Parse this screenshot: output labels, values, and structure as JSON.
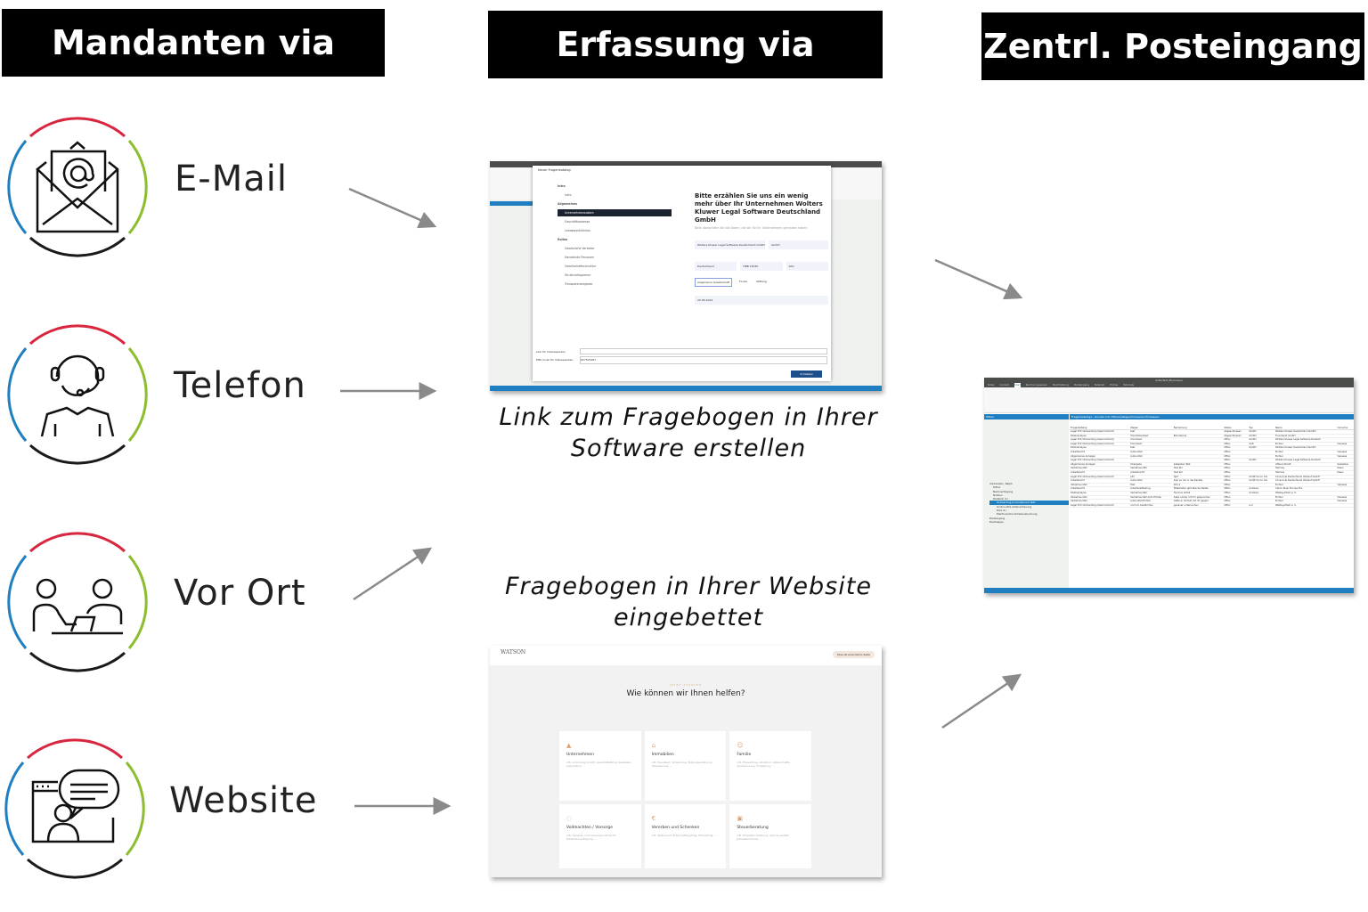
{
  "headers": [
    "Mandanten via",
    "Erfassung via",
    "Zentrl. Posteingang"
  ],
  "channels": [
    {
      "label": "E-Mail",
      "icon": "email-icon"
    },
    {
      "label": "Telefon",
      "icon": "headset-agent-icon"
    },
    {
      "label": "Vor Ort",
      "icon": "in-person-meeting-icon"
    },
    {
      "label": "Website",
      "icon": "website-chat-icon"
    }
  ],
  "captions": {
    "software_1": "Link zum Fragebogen in Ihrer",
    "software_2": "Software erstellen",
    "website_1": "Fragebogen in Ihrer Website",
    "website_2": "eingebettet"
  },
  "colors": {
    "red": "#d7263d",
    "green": "#8cbd2e",
    "blue": "#1f7fc1",
    "black": "#1a1a1a",
    "arrow": "#8a8a8a"
  },
  "software_shot": {
    "dialog_title": "Neuer Fragenkatalog",
    "nav": [
      "Intro",
      "Intro",
      "Allgemeines",
      "Unternehmensdaten",
      "Geschäftsadresse",
      "Landesrechtliches",
      "Rollen",
      "Gesetzliche Vertreter",
      "Handelnde Personen",
      "Gesellschafterstruktur",
      "Strukturdiagramm",
      "Transparenzregister"
    ],
    "heading": "Bitte erzählen Sie uns ein wenig mehr über Ihr Unternehmen Wolters Kluwer Legal Software Deutschland GmbH",
    "subheading": "Bitte überprüfen Sie die Daten, die wir für Ihr Unternehmen gefunden haben",
    "firm_name": "Wolters Kluwer Legal Software Deutschland GmbH",
    "legal_form": "GmbH",
    "country": "Deutschland",
    "register_no": "HRB 15030",
    "register_court": "Köln",
    "radios": [
      "Allgemeine Gesellschaft",
      "Fonds",
      "Stiftung"
    ],
    "date": "20.05.2024",
    "link_label": "Link für Interessenten",
    "mfa_label": "MFA Code für Interessenten",
    "mfa_value": "827503287",
    "close_button": "Schließen"
  },
  "website_shot": {
    "logo": "WATSON",
    "demo_badge": "Dies ist eine Demo Seite",
    "kicker": "JETZT STARTEN",
    "title": "Wie können wir Ihnen helfen?",
    "cards": [
      {
        "title": "Unternehmen",
        "desc": "z.B. Gründung GmbH, Geschäftsführer bestellen, Liquidation, ..."
      },
      {
        "title": "Immobilien",
        "desc": "z.B. Hauskauf, Schenkung, Teilungserklärung, Überlassung, ..."
      },
      {
        "title": "Familie",
        "desc": "z.B. Ehevertrag, Adoption, Vaterschafts-Anerkennung, Scheidung, ..."
      },
      {
        "title": "Vollmachten / Vorsorge",
        "desc": "z.B. General- und Vorsorgevollmacht, Patientenverfügung, ..."
      },
      {
        "title": "Vererben und Schenken",
        "desc": "z.B. Testament, Erbschaftsvertrag, Erbvertrag, ..."
      },
      {
        "title": "Steuerberatung",
        "desc": "z.B. Finanzbuchhaltung, Lohn & Gehalt, Jahresabschluss, ..."
      }
    ]
  },
  "inbox_shot": {
    "window_title": "AnNoText (Business)",
    "tabs": [
      "Datei",
      "Cockpit",
      "Start",
      "Rechnungswesen",
      "Buchhaltung",
      "Posteingang",
      "Notariat",
      "Extras",
      "Tutorials"
    ],
    "sidebar_title": "ToDos",
    "tree": [
      "Vorderstein, Ralph",
      "ToDos",
      "Nachverfolgung",
      "Notizen",
      "Postkorb (1)",
      "Onboarding & Compliance Test",
      "Online-Akte Aktenerfassung",
      "Post (1)",
      "Elektronische Schadensbuchung",
      "Posteingang",
      "Postmappe"
    ],
    "grid_title": "Fragenkataloge - Kunden mit offenen/abgeschlossenen Prozessen",
    "columns": [
      "Fragenkatalog",
      "Wegen",
      "Bemerkung",
      "Status",
      "Typ",
      "Name",
      "Vorname"
    ],
    "rows": [
      [
        "Legal KYC Onboarding (GwG konform)",
        "test",
        "",
        "Abgeschlossen",
        "GmbH",
        "Wolters Kluwer Deutschland GmbH",
        ""
      ],
      [
        "Risikoanalyse",
        "Immobilienkauf",
        "Büroräume",
        "Abgeschlossen",
        "GmbH",
        "Founders1 GmbH",
        ""
      ],
      [
        "Legal KYC Onboarding (GwG konform)",
        "Immokauf",
        "",
        "Offen",
        "GmbH",
        "Wolters Kluwer Legal Software Deutsch",
        ""
      ],
      [
        "Legal KYC Onboarding (GwG konform)",
        "Immokauf",
        "",
        "Offen",
        "AöR",
        "Eichler",
        "Vanessa"
      ],
      [
        "Risikoanalyse",
        "test",
        "",
        "Offen",
        "GmbH",
        "Wolters Kluwer Deutschland GmbH",
        ""
      ],
      [
        "Arbeitsrecht",
        "Autounfall",
        "",
        "Offen",
        "",
        "Eichler",
        "Vanessa"
      ],
      [
        "Allgemeines Anliegen",
        "Autounfall",
        "",
        "Offen",
        "",
        "Eichler",
        "Vanessa"
      ],
      [
        "Legal KYC Onboarding (GwG konform)",
        "",
        "",
        "Offen",
        "GmbH",
        "Wolters Kluwer Legal Software Deutsch",
        ""
      ],
      [
        "Allgemeines Anliegen",
        "Übergabe",
        "Sebastian Test",
        "Offen",
        "",
        "Uttenschmidt",
        "Sebastian"
      ],
      [
        "Verkehrsunfall",
        "Verkehrsunfall",
        "Test Km",
        "Offen",
        "",
        "Hermes",
        "Klaus"
      ],
      [
        "Arbeitsrecht",
        "Arbeitsrecht",
        "Test Km",
        "Offen",
        "",
        "Hermes",
        "Klaus"
      ],
      [
        "Legal KYC Onboarding (GwG konform)",
        "pihi",
        "fgsf",
        "Offen",
        "GmbH & Co. KG",
        "Coca-Cola Deutschland Verkauf GmbH",
        ""
      ],
      [
        "Arbeitsrecht",
        "Autounfall",
        "kein zu mir in die Kanzlei",
        "Offen",
        "GmbH & Co. KG",
        "Coca-Cola Deutschland Verkauf GmbH",
        ""
      ],
      [
        "Verkehrsunfall",
        "Test",
        "28.11",
        "Offen",
        "",
        "Eichler",
        "Vanessa"
      ],
      [
        "Arbeitsrecht",
        "Arbeitszeitbetrug",
        "Mitarbeiter gibt falsche Zeiten",
        "Offen",
        "Anderes",
        "Calvin Klein Europe B.V.",
        ""
      ],
      [
        "Risikoanalyse",
        "Verkehrsunfall",
        "Tourbus Unfall",
        "Offen",
        "Anderes",
        "Waldeyerfam e. V.",
        ""
      ],
      [
        "Verkehrsunfall",
        "Verkehrsunfall Auto Eichler",
        "habe vorher mit ihr gesprochen",
        "Offen",
        "",
        "Eichler",
        "Vanessa"
      ],
      [
        "Verkehrsunfall",
        "Autounfall Eichler",
        "hatte er Vorfeld mit ihr gespro",
        "Offen",
        "",
        "Eichler",
        "Vanessa"
      ],
      [
        "Legal KYC Onboarding (GwG konform)",
        "noch zu bestimmen",
        "genauer untersuchen",
        "Offen",
        "e.V.",
        "Waldeyerfam e. V.",
        ""
      ]
    ]
  }
}
